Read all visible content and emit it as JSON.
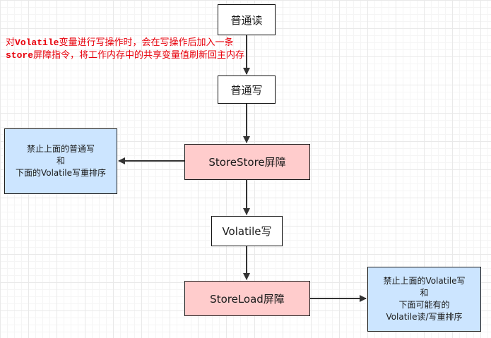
{
  "nodes": {
    "normal_read": "普通读",
    "normal_write": "普通写",
    "store_store": "StoreStore屏障",
    "volatile_write": "Volatile写",
    "store_load": "StoreLoad屏障"
  },
  "notes": {
    "store_store_note": {
      "line1": "禁止上面的普通写",
      "line2": "和",
      "line3": "下面的Volatile写重排序"
    },
    "store_load_note": {
      "line1": "禁止上面的Volatile写",
      "line2": "和",
      "line3": "下面可能有的",
      "line4": "Volatile读/写重排序"
    }
  },
  "annotation": {
    "part1": "对",
    "keyword1": "Volatile",
    "part2": "变量进行写操作时，会在写操作后加入一条",
    "keyword2": "store",
    "part3": "屏障指令，将工作内存中的共享变量值刷新回主内存"
  },
  "colors": {
    "barrier_fill": "#ffcccc",
    "note_fill": "#cce5ff",
    "annotation_text": "#e8000b",
    "connector": "#333333"
  }
}
